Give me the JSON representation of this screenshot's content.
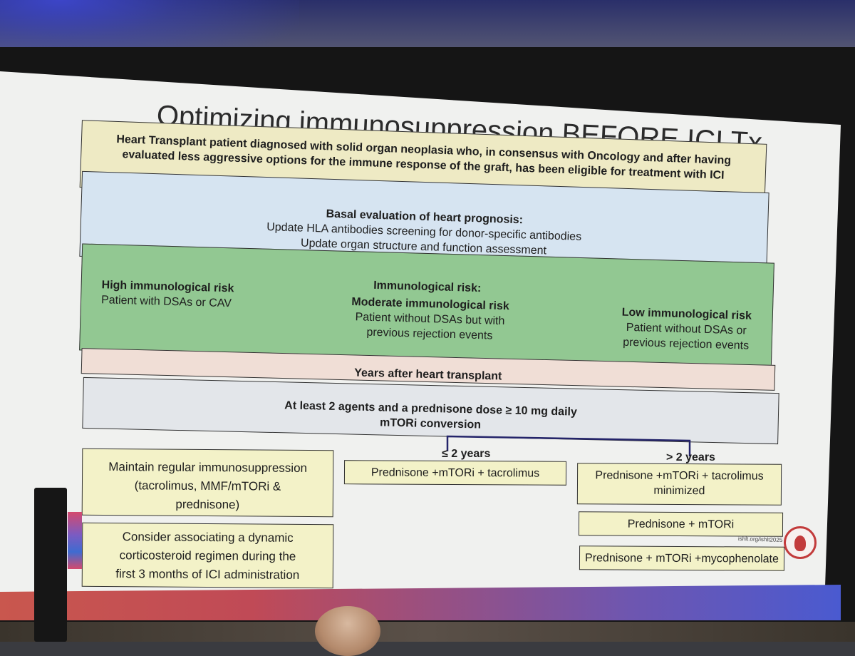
{
  "slide": {
    "title": "Optimizing immunosuppression BEFORE ICI Tx",
    "eligibility": {
      "line1": "Heart Transplant patient diagnosed with solid organ neoplasia who, in consensus with Oncology and after having",
      "line2": "evaluated less aggressive options for the immune response of the graft, has been eligible for treatment with ICI"
    },
    "basal": {
      "heading": "Basal evaluation of heart prognosis:",
      "item1": "Update HLA antibodies screening for donor-specific antibodies",
      "item2": "Update organ structure and function assessment"
    },
    "risk": {
      "heading": "Immunological risk:",
      "high": {
        "label": "High immunological risk",
        "desc": "Patient with DSAs or CAV"
      },
      "moderate": {
        "label": "Moderate immunological risk",
        "desc1": "Patient without  DSAs but with",
        "desc2": "previous rejection events"
      },
      "low": {
        "label": "Low immunological risk",
        "desc1": "Patient without  DSAs or",
        "desc2": "previous rejection events"
      }
    },
    "years_label": "Years after heart transplant",
    "conversion": {
      "line1": "At least 2 agents and a prednisone dose ≥ 10 mg daily",
      "line2": "mTORi conversion"
    },
    "branch_le2": "≤ 2 years",
    "branch_gt2": "> 2 years",
    "maintain": {
      "line1": "Maintain regular immunosuppression",
      "line2": "(tacrolimus, MMF/mTORi &",
      "line3": "prednisone)"
    },
    "consider": {
      "line1": "Consider associating a dynamic",
      "line2": "corticosteroid regimen during the",
      "line3": "first 3 months of ICI administration"
    },
    "le2_regimen": "Prednisone +mTORi + tacrolimus",
    "gt2_regimen1": {
      "line1": "Prednisone +mTORi + tacrolimus",
      "line2": "minimized"
    },
    "gt2_regimen2": "Prednisone + mTORi",
    "gt2_regimen3": "Prednisone + mTORi +mycophenolate",
    "logo_url": "ishlt.org/ishlt2025"
  },
  "colors": {
    "tan": "#eeeac4",
    "blue": "#d6e4f1",
    "green": "#92c892",
    "pink": "#f0ded6",
    "grey": "#e3e6ea",
    "yellow": "#f3f2c8"
  }
}
